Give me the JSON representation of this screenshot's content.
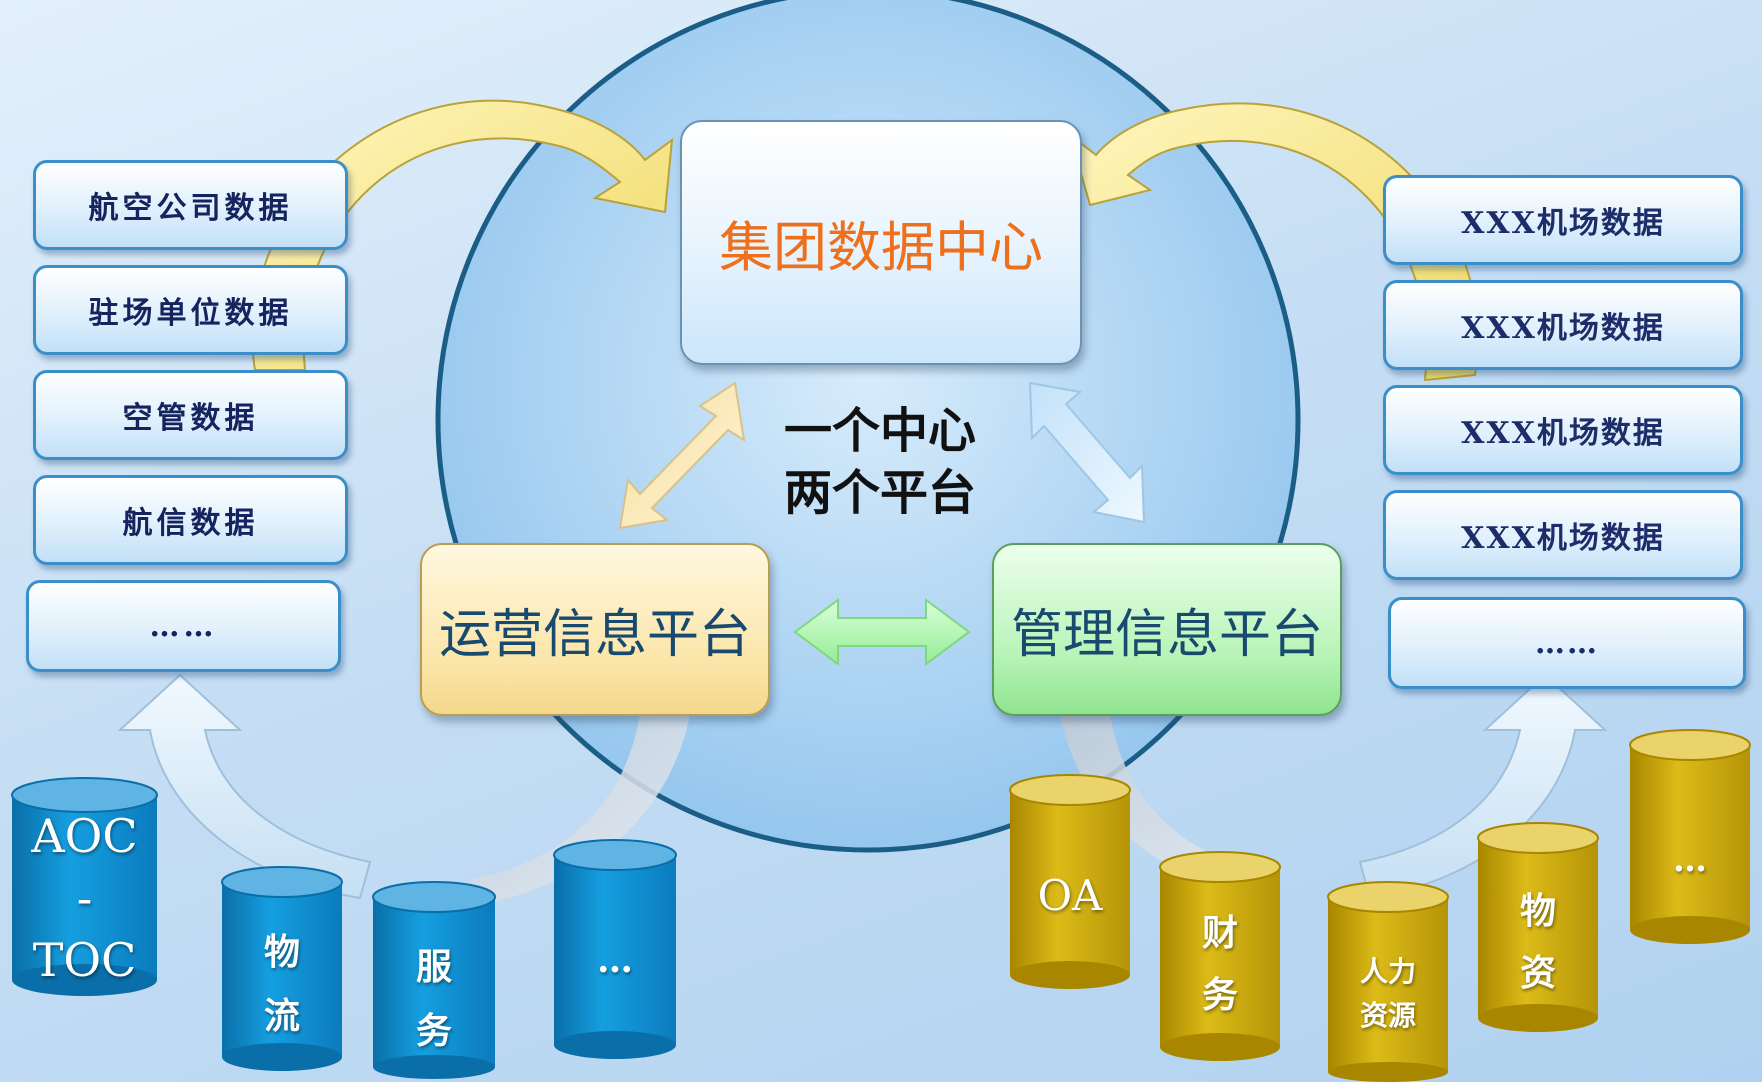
{
  "center": {
    "title": "集团数据中心",
    "slogan_line1": "一个中心",
    "slogan_line2": "两个平台"
  },
  "platforms": {
    "operations": "运营信息平台",
    "management": "管理信息平台"
  },
  "left_sources": [
    "航空公司数据",
    "驻场单位数据",
    "空管数据",
    "航信数据",
    "……"
  ],
  "right_sources": [
    "XXX机场数据",
    "XXX机场数据",
    "XXX机场数据",
    "XXX机场数据",
    "……"
  ],
  "ops_systems": {
    "aoc_line1": "AOC",
    "aoc_line2": "-",
    "aoc_line3": "TOC",
    "logistics_line1": "物",
    "logistics_line2": "流",
    "service_line1": "服",
    "service_line2": "务",
    "more": "…"
  },
  "mgmt_systems": {
    "oa": "OA",
    "finance_line1": "财",
    "finance_line2": "务",
    "hr_line1": "人力",
    "hr_line2": "资源",
    "materials_line1": "物",
    "materials_line2": "资",
    "more": "…"
  },
  "colors": {
    "circle_fill": "#a4cff1",
    "circle_stroke": "#1a5d86",
    "center_text": "#ee6f1c",
    "ops_platform": "#fbe5a8",
    "mgmt_platform": "#a8f0a8",
    "blue_cylinder": "#0d8fd0",
    "gold_cylinder": "#d4b111",
    "curved_arrow": "#f6e692"
  }
}
